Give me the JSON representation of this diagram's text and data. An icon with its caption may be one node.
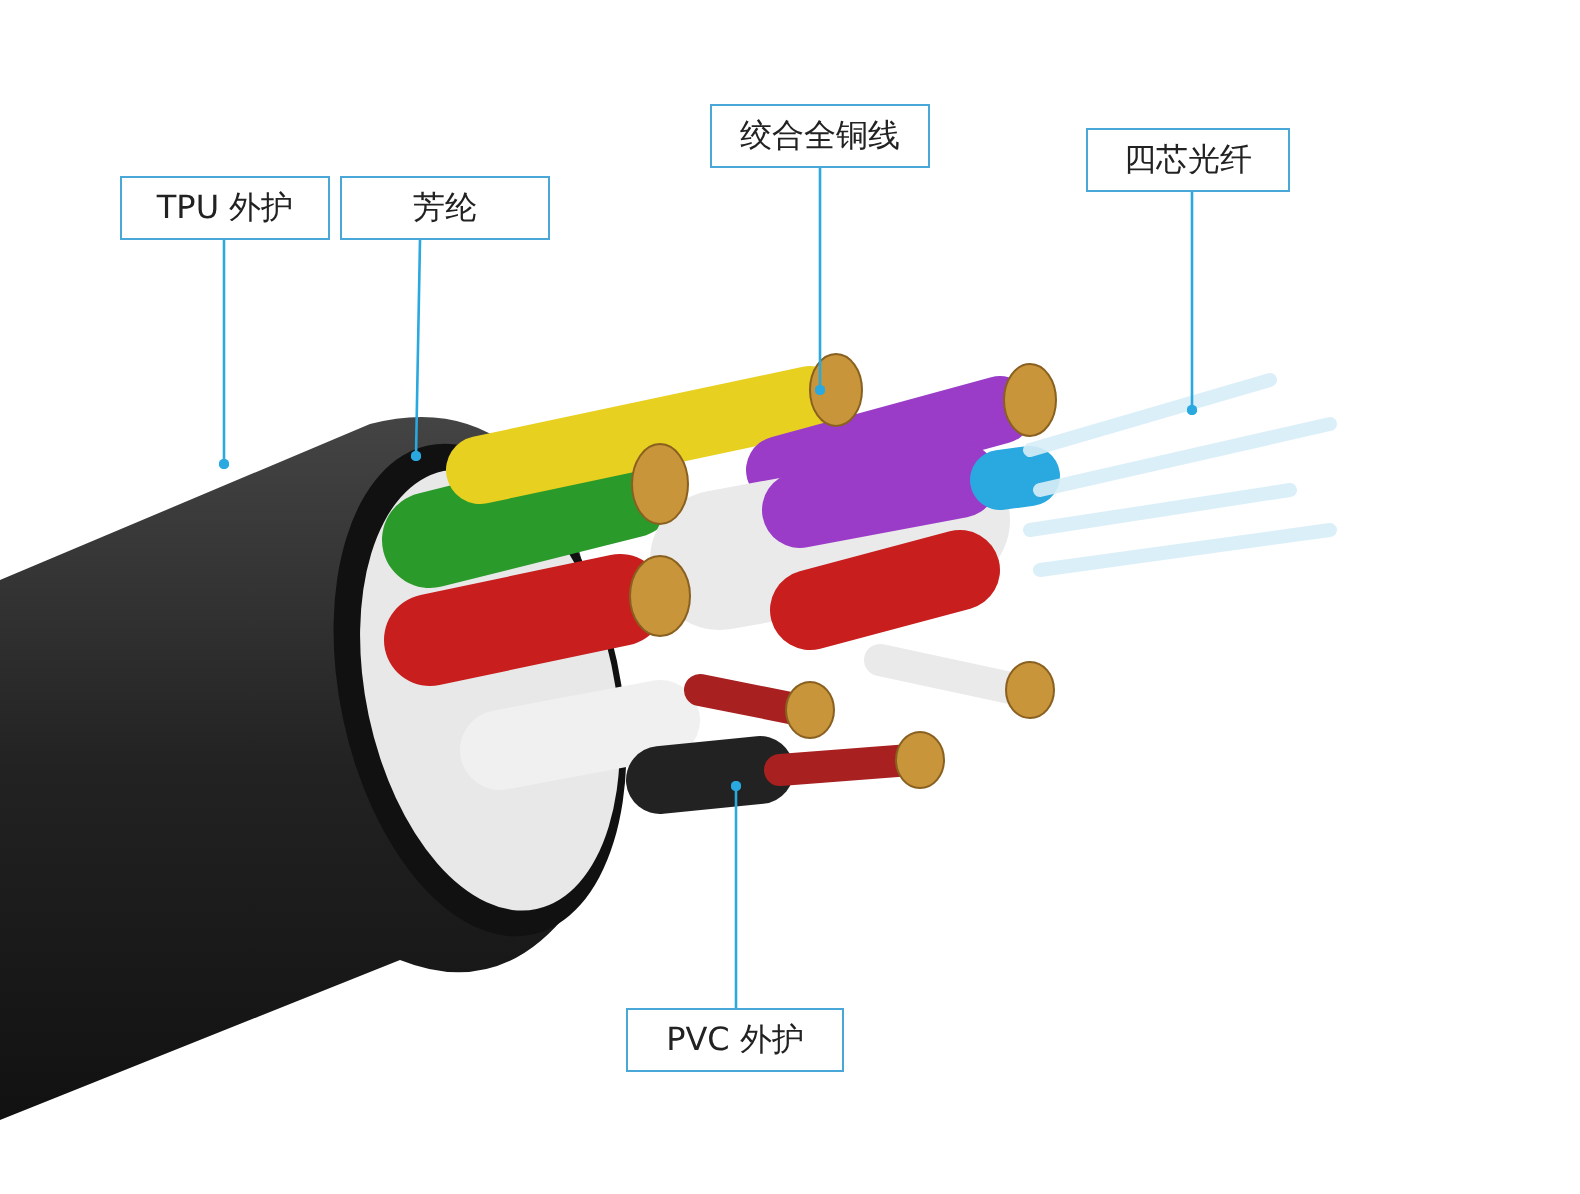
{
  "diagram": {
    "nodes": [
      {
        "text": [
          "TPU 外护"
        ]
      },
      {
        "text": [
          "芳纶"
        ]
      },
      {
        "text": [
          "绞合全铜线"
        ]
      },
      {
        "text": [
          "四芯光纤"
        ]
      },
      {
        "text": [
          "PVC 外护"
        ]
      }
    ],
    "edges": [
      {
        "from": 0,
        "to": null,
        "arrow": "other"
      },
      {
        "from": 1,
        "to": null,
        "arrow": "other"
      },
      {
        "from": 2,
        "to": null,
        "arrow": "other"
      },
      {
        "from": 3,
        "to": null,
        "arrow": "other"
      },
      {
        "from": 4,
        "to": null,
        "arrow": "other"
      }
    ]
  }
}
